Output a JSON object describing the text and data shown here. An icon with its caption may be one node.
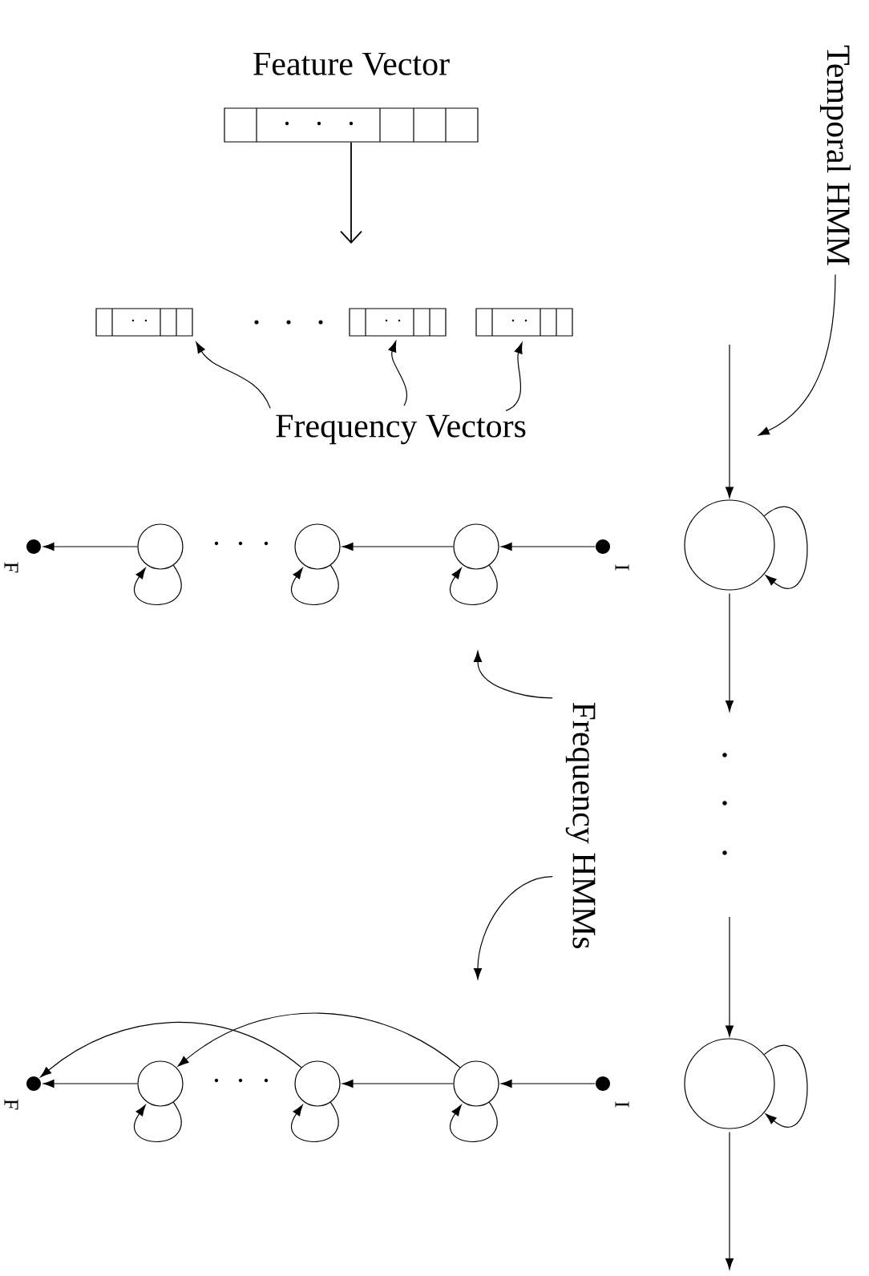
{
  "diagram": {
    "nodes": [
      {
        "text": [
          "Feature Vector"
        ]
      },
      {
        "text": [],
        "shape": "box"
      },
      {
        "text": [],
        "shape": "box"
      },
      {
        "text": [],
        "shape": "box"
      },
      {
        "text": [
          "Frequency Vectors"
        ]
      },
      {
        "text": [
          "Temporal HMM"
        ]
      },
      {
        "text": [],
        "shape": "circle"
      },
      {
        "text": [],
        "shape": "circle"
      },
      {
        "text": [
          "Frequency HMMs"
        ]
      },
      {
        "text": [],
        "shape": "circle",
        "beside": [
          "I"
        ]
      },
      {
        "text": [],
        "shape": "circle"
      },
      {
        "text": [],
        "shape": "circle"
      },
      {
        "text": [],
        "shape": "circle"
      },
      {
        "text": [],
        "shape": "circle",
        "beside": [
          "F"
        ]
      },
      {
        "text": [],
        "shape": "circle",
        "beside": [
          "I"
        ]
      },
      {
        "text": [],
        "shape": "circle"
      },
      {
        "text": [],
        "shape": "circle"
      },
      {
        "text": [],
        "shape": "circle"
      },
      {
        "text": [],
        "shape": "circle",
        "beside": [
          "F"
        ]
      }
    ],
    "edges": [
      {
        "from": 0,
        "to": null,
        "arrow": "to"
      },
      {
        "from": 4,
        "to": 1,
        "arrow": "to"
      },
      {
        "from": 4,
        "to": 2,
        "arrow": "to"
      },
      {
        "from": 4,
        "to": 3,
        "arrow": "to"
      },
      {
        "from": 5,
        "to": null,
        "arrow": "to"
      },
      {
        "from": null,
        "to": 6,
        "arrow": "to"
      },
      {
        "from": 6,
        "to": null,
        "arrow": "to"
      },
      {
        "from": 6,
        "to": 6,
        "arrow": "to"
      },
      {
        "from": null,
        "to": 7,
        "arrow": "to"
      },
      {
        "from": 7,
        "to": null,
        "arrow": "to"
      },
      {
        "from": 7,
        "to": 7,
        "arrow": "to"
      },
      {
        "from": 8,
        "to": null,
        "arrow": "to"
      },
      {
        "from": 8,
        "to": null,
        "arrow": "to"
      },
      {
        "from": 9,
        "to": 10,
        "arrow": "to"
      },
      {
        "from": 10,
        "to": 11,
        "arrow": "to"
      },
      {
        "from": 12,
        "to": 13,
        "arrow": "to"
      },
      {
        "from": 10,
        "to": 10,
        "arrow": "to"
      },
      {
        "from": 11,
        "to": 11,
        "arrow": "to"
      },
      {
        "from": 12,
        "to": 12,
        "arrow": "to"
      },
      {
        "from": 14,
        "to": 15,
        "arrow": "to"
      },
      {
        "from": 15,
        "to": 16,
        "arrow": "to"
      },
      {
        "from": 17,
        "to": 18,
        "arrow": "to"
      },
      {
        "from": 15,
        "to": 15,
        "arrow": "to"
      },
      {
        "from": 16,
        "to": 16,
        "arrow": "to"
      },
      {
        "from": 17,
        "to": 17,
        "arrow": "to"
      },
      {
        "from": 15,
        "to": 17,
        "arrow": "to"
      },
      {
        "from": 16,
        "to": 18,
        "arrow": "to"
      }
    ]
  }
}
